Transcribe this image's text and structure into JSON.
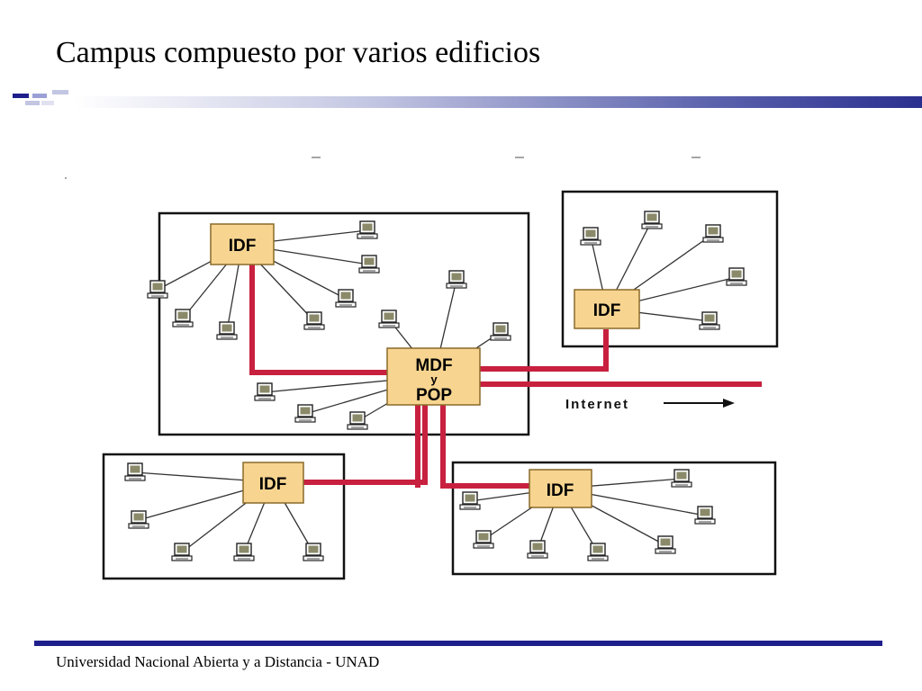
{
  "slide": {
    "title": "Campus compuesto por varios edificios",
    "footer": "Universidad Nacional Abierta y a Distancia - UNAD"
  },
  "diagram": {
    "nodes": {
      "idf_top_left": "IDF",
      "idf_top_right": "IDF",
      "idf_bottom_left": "IDF",
      "idf_bottom_right": "IDF",
      "mdf_line1": "MDF",
      "mdf_line2": "y",
      "mdf_line3": "POP"
    },
    "internet_label": "Internet"
  },
  "colors": {
    "accent": "#1f1f8c",
    "link_red": "#c8203f",
    "box_fill": "#f7d590",
    "box_stroke": "#8a6a2a"
  },
  "icons": {
    "workstation": "computer-terminal-icon",
    "arrow": "arrow-right-icon"
  }
}
